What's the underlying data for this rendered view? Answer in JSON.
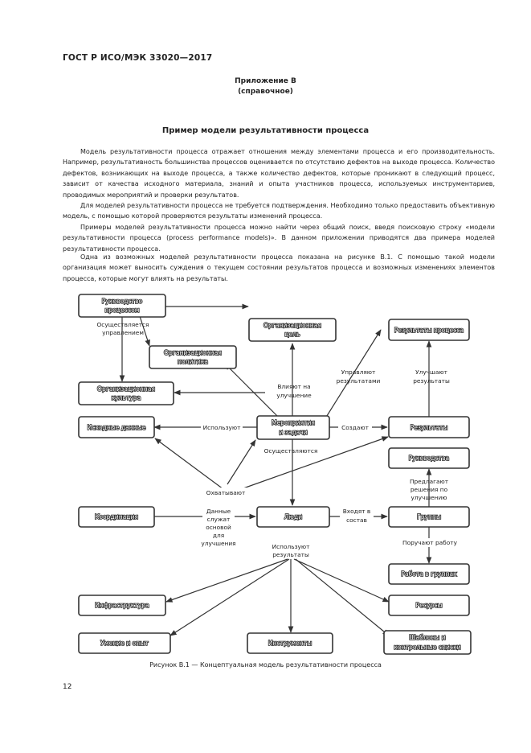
{
  "header": {
    "standard": "ГОСТ Р ИСО/МЭК  33020—2017"
  },
  "annex": {
    "title": "Приложение В",
    "note": "(справочное)"
  },
  "section_title": "Пример модели результативности процесса",
  "paragraphs": [
    "Модель результативности процесса отражает отношения между элементами процесса и его производительность. Например, результативность большинства процессов оценивается по отсутствию дефектов на выходе процесса. Количество дефектов, возникающих на выходе процесса, а также количество дефектов, которые проникают в следующий процесс, зависит от качества исходного материала, знаний и опыта участников процесса, используемых инструментариев, проводимых мероприятий и проверки результатов.",
    "Для моделей результативности процесса не требуется подтверждения. Необходимо только предоставить объективную модель, с помощью которой проверяются результаты изменений процесса.",
    "Примеры моделей результативности процесса можно найти через общий поиск, введя поисковую строку «модели результативности процесса (process performance models)». В данном приложении приводятся два примера моделей результативности процесса.",
    "Одна из возможных моделей результативности процесса показана на рисунке В.1. С помощью такой модели организация может выносить суждения о текущем состоянии результатов процесса и возможных изменениях элементов процесса, которые могут влиять на результаты."
  ],
  "diagram": {
    "boxes": {
      "management1": "Руководство",
      "management2": "процессом",
      "orggoal1": "Организационная",
      "orggoal2": "цель",
      "results_process": "Результаты процесса",
      "orgpolicy1": "Организационная",
      "orgpolicy2": "политика",
      "orgculture1": "Организационная",
      "orgculture2": "культура",
      "input": "Исходные данные",
      "activities1": "Мероприятия",
      "activities2": "и задачи",
      "results": "Результаты",
      "guides": "Руководства",
      "coordination": "Координация",
      "people": "Люди",
      "groups": "Группы",
      "groupwork": "Работа в группах",
      "infra": "Инфраструктура",
      "resources": "Ресурсы",
      "skills": "Умение и опыт",
      "tools": "Инструменты",
      "templates1": "Шаблоны и",
      "templates2": "контрольные списки"
    },
    "labels": {
      "managed1": "Осуществляется",
      "managed2": "управлением",
      "improve_infl1": "Влияют на",
      "improve_infl2": "улучшение",
      "manage_res1": "Управляют",
      "manage_res2": "результатами",
      "improve1": "Улучшают",
      "improve2": "результаты",
      "use": "Используют",
      "create": "Создают",
      "performed": "Осуществляются",
      "cover": "Охватывают",
      "propose1": "Предлагают",
      "propose2": "решения по",
      "propose3": "улучшению",
      "data1": "Данные",
      "data2": "служат",
      "data3": "основой",
      "data4": "для",
      "data5": "улучшения",
      "part_of1": "Входят в",
      "part_of2": "состав",
      "assign": "Поручают работу",
      "use_res1": "Используют",
      "use_res2": "результаты"
    }
  },
  "caption": "Рисунок В.1 — Концептуальная модель результативности процесса",
  "page_number": "12"
}
